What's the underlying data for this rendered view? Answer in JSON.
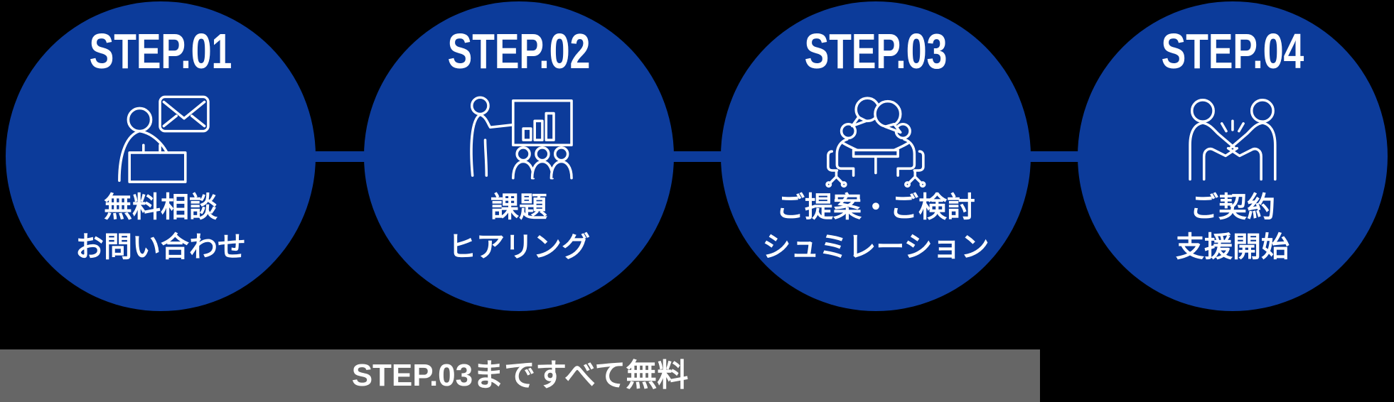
{
  "colors": {
    "circle_blue": "#0c3b9a",
    "banner_gray": "#666666",
    "text_white": "#ffffff",
    "background": "#000000"
  },
  "steps": [
    {
      "title": "STEP.01",
      "icon": "consultation-icon",
      "lines": [
        "無料相談",
        "お問い合わせ"
      ]
    },
    {
      "title": "STEP.02",
      "icon": "hearing-presentation-icon",
      "lines": [
        "課題",
        "ヒアリング"
      ]
    },
    {
      "title": "STEP.03",
      "icon": "meeting-discussion-icon",
      "lines": [
        "ご提案・ご検討",
        "シュミレーション"
      ]
    },
    {
      "title": "STEP.04",
      "icon": "handshake-icon",
      "lines": [
        "ご契約",
        "支援開始"
      ]
    }
  ],
  "free_banner": {
    "label": "STEP.03まですべて無料"
  }
}
